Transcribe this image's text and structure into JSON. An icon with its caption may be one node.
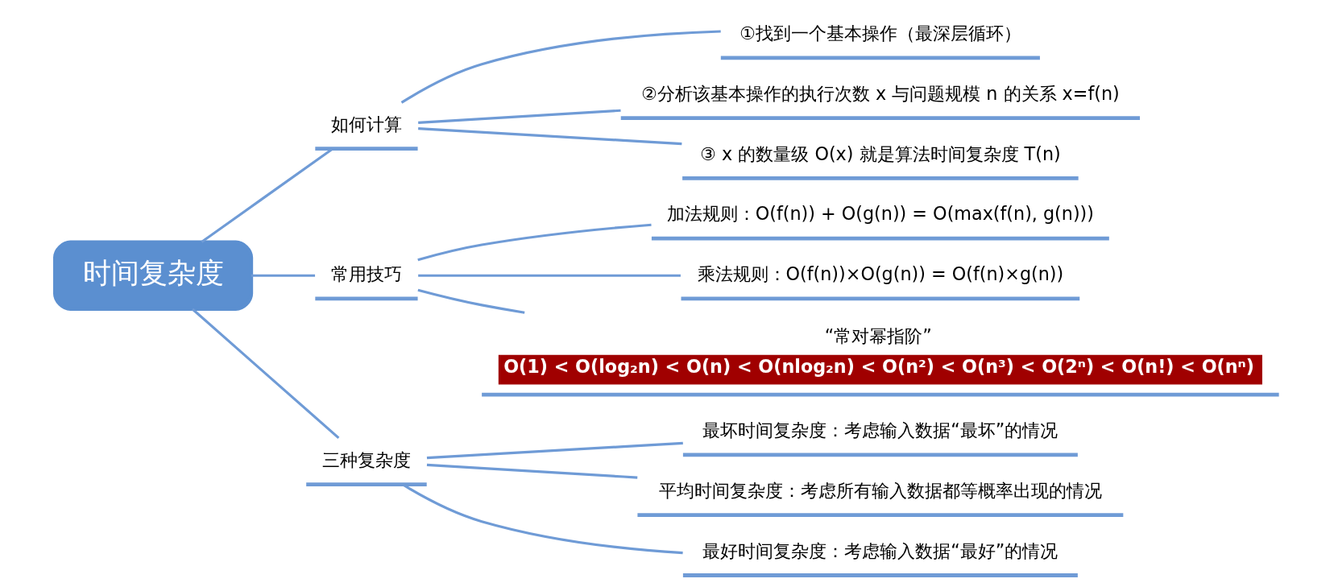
{
  "diagram": {
    "nodes": [
      {
        "text": [
          "时间复杂度"
        ]
      },
      {
        "text": [
          "如何计算"
        ]
      },
      {
        "text": [
          "①找到一个基本操作（最深层循环）"
        ]
      },
      {
        "text": [
          "②分析该基本操作的执行次数 x 与问题规模 n 的关系 x=f(n)"
        ]
      },
      {
        "text": [
          "③ x 的数量级 O(x) 就是算法时间复杂度 T(n)"
        ]
      },
      {
        "text": [
          "常用技巧"
        ]
      },
      {
        "text": [
          "加法规则：O(f(n)) + O(g(n)) = O(max(f(n), g(n)))"
        ]
      },
      {
        "text": [
          "乘法规则：O(f(n))×O(g(n)) = O(f(n)×g(n))"
        ]
      },
      {
        "text": [
          "“常对幂指阶”",
          "O(1) < O(log₂n) < O(n) < O(nlog₂n) < O(n²) < O(n³) < O(2ⁿ) < O(n!) < O(nⁿ)"
        ]
      },
      {
        "text": [
          "三种复杂度"
        ]
      },
      {
        "text": [
          "最坏时间复杂度：考虑输入数据“最坏”的情况"
        ]
      },
      {
        "text": [
          "平均时间复杂度：考虑所有输入数据都等概率出现的情况"
        ]
      },
      {
        "text": [
          "最好时间复杂度：考虑输入数据“最好”的情况"
        ]
      }
    ],
    "edges": [
      {
        "from": 0,
        "to": 1,
        "arrow": "none"
      },
      {
        "from": 0,
        "to": 5,
        "arrow": "none"
      },
      {
        "from": 0,
        "to": 9,
        "arrow": "none"
      },
      {
        "from": 1,
        "to": 2,
        "arrow": "none"
      },
      {
        "from": 1,
        "to": 3,
        "arrow": "none"
      },
      {
        "from": 1,
        "to": 4,
        "arrow": "none"
      },
      {
        "from": 5,
        "to": 6,
        "arrow": "none"
      },
      {
        "from": 5,
        "to": 7,
        "arrow": "none"
      },
      {
        "from": 5,
        "to": 8,
        "arrow": "none"
      },
      {
        "from": 9,
        "to": 10,
        "arrow": "none"
      },
      {
        "from": 9,
        "to": 11,
        "arrow": "none"
      },
      {
        "from": 9,
        "to": 12,
        "arrow": "none"
      }
    ]
  }
}
